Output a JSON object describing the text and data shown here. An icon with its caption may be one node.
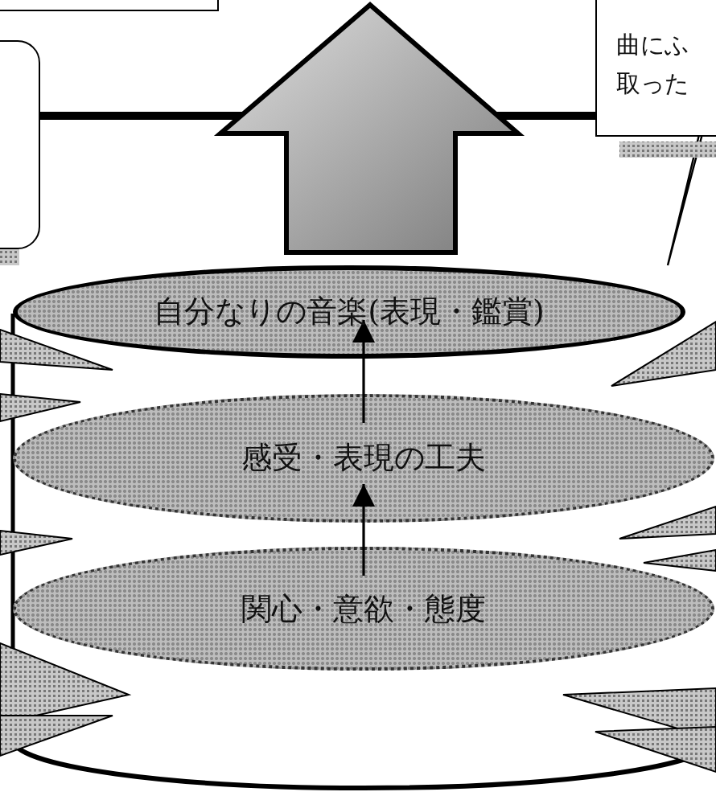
{
  "diagram": {
    "nodes": [
      {
        "text": [],
        "shape": "box"
      },
      {
        "text": [
          "曲にふ取った"
        ]
      },
      {
        "text": [],
        "shape": "box"
      },
      {
        "text": [
          "自分なりの音楽(表現・鑑賞)"
        ]
      },
      {
        "text": [
          "感受・表現の工夫"
        ]
      },
      {
        "text": [
          "関心・意欲・態度"
        ]
      }
    ],
    "edges": [
      {
        "from": 5,
        "to": 4,
        "arrow": "to"
      },
      {
        "from": 4,
        "to": 3,
        "arrow": "to"
      },
      {
        "from": 2,
        "to": 1,
        "arrow": "none",
        "style": "thick"
      }
    ]
  }
}
